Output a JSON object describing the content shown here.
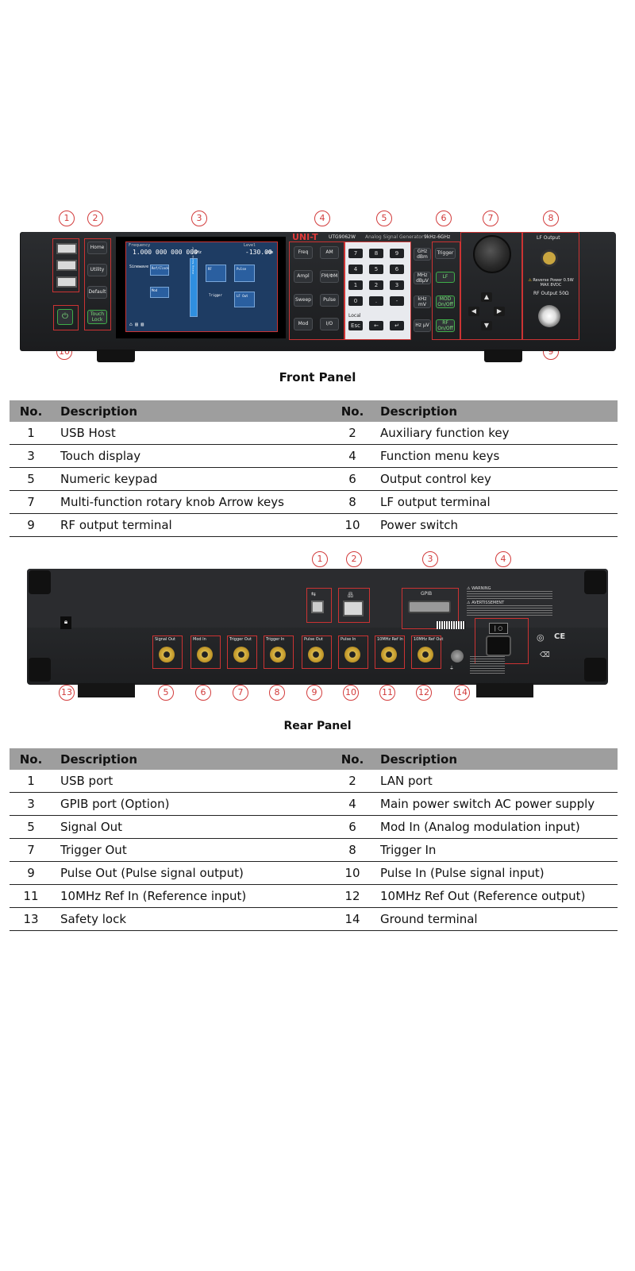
{
  "front": {
    "caption": "Front Panel",
    "callouts": [
      "1",
      "2",
      "3",
      "4",
      "5",
      "6",
      "7",
      "8",
      "9",
      "10"
    ],
    "brand": "UNI-T",
    "model": "UTG9062W",
    "device_name": "Analog Signal Generator",
    "freq_range": "9kHz-6GHz",
    "aux_keys": [
      "Home",
      "Utility",
      "Default",
      "Touch Lock"
    ],
    "func_keys": [
      "Freq",
      "AM",
      "Ampl",
      "FM/ΦM",
      "Sweep",
      "Pulse",
      "Mod",
      "I/O"
    ],
    "numpad": [
      "7",
      "8",
      "9",
      "4",
      "5",
      "6",
      "1",
      "2",
      "3",
      "0",
      ".",
      "-"
    ],
    "numpad_label": "Local",
    "numpad_bottom": [
      "Esc",
      "←",
      "↵"
    ],
    "unit_keys": [
      "GHz dBm",
      "MHz dBµV",
      "kHz mV",
      "Hz µV"
    ],
    "output_keys": [
      "Trigger",
      "LF",
      "MOD On/Off",
      "RF On/Off"
    ],
    "lcd": {
      "freq_label": "Frequency",
      "freq_value": "1.000 000 000 000",
      "freq_unit": "GHz",
      "level_label": "Level",
      "level_value": "-130.00",
      "level_unit": "dBm",
      "blocks": [
        "Sinewave",
        "Ref/Clock",
        "Mod",
        "RF",
        "Pulse",
        "LF Out",
        "Trigger",
        "Analog Source Mixer"
      ]
    },
    "lf_output_label": "LF Output",
    "lf_warning": "Reverse Power 0.5W MAX 8VDC",
    "rf_output_label": "RF Output 50Ω"
  },
  "front_table": {
    "headers": [
      "No.",
      "Description",
      "No.",
      "Description"
    ],
    "rows": [
      [
        "1",
        "USB Host",
        "2",
        "Auxiliary function key"
      ],
      [
        "3",
        "Touch display",
        "4",
        "Function menu keys"
      ],
      [
        "5",
        "Numeric keypad",
        "6",
        "Output control key"
      ],
      [
        "7",
        "Multi-function rotary knob Arrow keys",
        "8",
        "LF output terminal"
      ],
      [
        "9",
        "RF output terminal",
        "10",
        "Power switch"
      ]
    ]
  },
  "rear": {
    "caption": "Rear Panel",
    "top_callouts": [
      "1",
      "2",
      "3",
      "4"
    ],
    "bottom_callouts": [
      "13",
      "5",
      "6",
      "7",
      "8",
      "9",
      "10",
      "11",
      "12",
      "14"
    ],
    "bnc_labels": [
      "Signal Out",
      "Mod In",
      "Trigger Out",
      "Trigger In",
      "Pulse Out",
      "Pulse In",
      "10MHz Ref In",
      "10MHz Ref Out"
    ],
    "gpib_label": "GPIB",
    "warning_title": "WARNING",
    "avertissement_title": "AVERTISSEMENT"
  },
  "rear_table": {
    "headers": [
      "No.",
      "Description",
      "No.",
      "Description"
    ],
    "rows": [
      [
        "1",
        "USB port",
        "2",
        "LAN port"
      ],
      [
        "3",
        "GPIB port (Option)",
        "4",
        "Main power switch AC power supply"
      ],
      [
        "5",
        "Signal Out",
        "6",
        "Mod In (Analog modulation input)"
      ],
      [
        "7",
        "Trigger Out",
        "8",
        "Trigger In"
      ],
      [
        "9",
        "Pulse Out (Pulse signal output)",
        "10",
        "Pulse In (Pulse signal input)"
      ],
      [
        "11",
        "10MHz Ref In (Reference input)",
        "12",
        "10MHz Ref Out (Reference output)"
      ],
      [
        "13",
        "Safety lock",
        "14",
        "Ground terminal"
      ]
    ]
  },
  "colors": {
    "callout": "#d23b3b",
    "header_bg": "#9e9e9e",
    "panel": "#2b2d30"
  }
}
